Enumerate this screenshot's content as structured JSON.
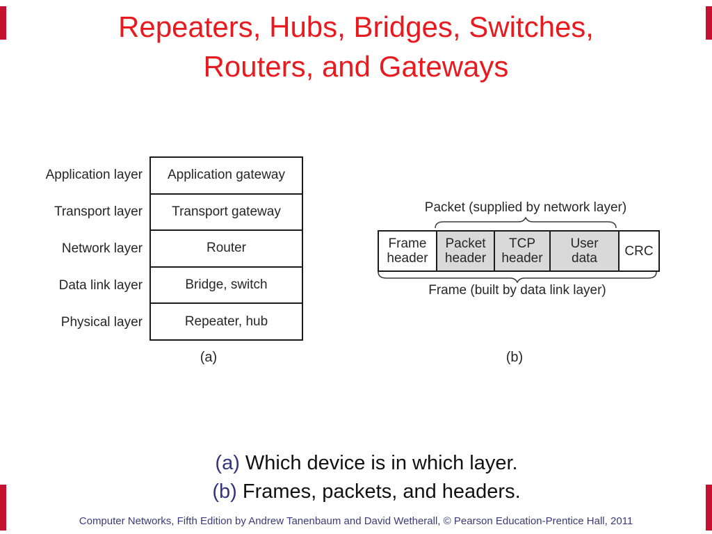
{
  "slide": {
    "title_line1": "Repeaters, Hubs, Bridges, Switches,",
    "title_line2": "Routers, and Gateways",
    "title_color": "#e81a1e"
  },
  "figure_a": {
    "caption": "(a)",
    "rows": [
      {
        "layer": "Application layer",
        "device": "Application gateway"
      },
      {
        "layer": "Transport layer",
        "device": "Transport gateway"
      },
      {
        "layer": "Network layer",
        "device": "Router"
      },
      {
        "layer": "Data link layer",
        "device": "Bridge, switch"
      },
      {
        "layer": "Physical layer",
        "device": "Repeater, hub"
      }
    ]
  },
  "figure_b": {
    "caption": "(b)",
    "top_brace_label": "Packet (supplied by network layer)",
    "bottom_brace_label": "Frame (built by data link layer)",
    "shaded_color": "#d9d9d9",
    "cells": [
      {
        "label_line1": "Frame",
        "label_line2": "header",
        "shaded": false
      },
      {
        "label_line1": "Packet",
        "label_line2": "header",
        "shaded": true
      },
      {
        "label_line1": "TCP",
        "label_line2": "header",
        "shaded": true
      },
      {
        "label_line1": "User",
        "label_line2": "data",
        "shaded": true
      },
      {
        "label_line1": "CRC",
        "label_line2": "",
        "shaded": false
      }
    ]
  },
  "captions": {
    "line1_prefix": "(a)",
    "line1_text": " Which device is in which layer.",
    "line2_prefix": "(b)",
    "line2_text": " Frames, packets, and headers.",
    "prefix_color": "#33337f"
  },
  "footer": {
    "text": "Computer Networks, Fifth Edition by Andrew Tanenbaum and David Wetherall, © Pearson Education-Prentice Hall, 2011",
    "color": "#3a3a78"
  },
  "decorations": {
    "edge_bar_color": "#c41230"
  }
}
